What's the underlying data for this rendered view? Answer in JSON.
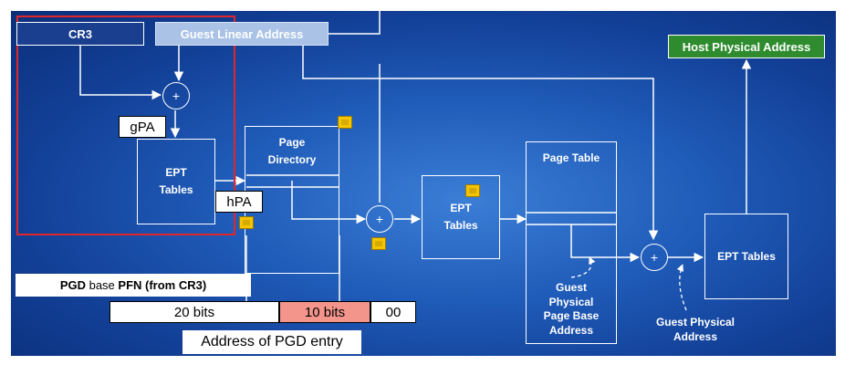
{
  "boxes": {
    "cr3": "CR3",
    "guest_linear_address": "Guest Linear Address",
    "host_physical_address": "Host Physical Address",
    "ept_tables_1": "EPT\nTables",
    "page_directory": "Page\nDirectory",
    "ept_tables_2": "EPT\nTables",
    "page_table": "Page Table",
    "ept_tables_3": "EPT Tables"
  },
  "operators": {
    "plus": "+"
  },
  "tags": {
    "gpa": "gPA",
    "hpa": "hPA"
  },
  "annotations": {
    "guest_physical_page_base_address": "Guest\nPhysical\nPage Base\nAddress",
    "guest_physical_address": "Guest Physical\nAddress"
  },
  "address_breakdown": {
    "pgd_base_label_bold1": "PGD",
    "pgd_base_label_normal1": " base ",
    "pgd_base_label_bold2": "PFN",
    "pgd_base_label_normal2": " (from CR3)",
    "fields": [
      {
        "label": "20 bits",
        "color": "#ffffff"
      },
      {
        "label": "10 bits",
        "color": "#f4958c"
      },
      {
        "label": "00",
        "color": "#ffffff"
      }
    ],
    "caption": "Address of PGD entry"
  },
  "colors": {
    "panel": "#1f5bb8",
    "host_physical_green": "#2e8b2e",
    "highlight_frame": "#e0262a",
    "badge_yellow": "#f4c400"
  }
}
